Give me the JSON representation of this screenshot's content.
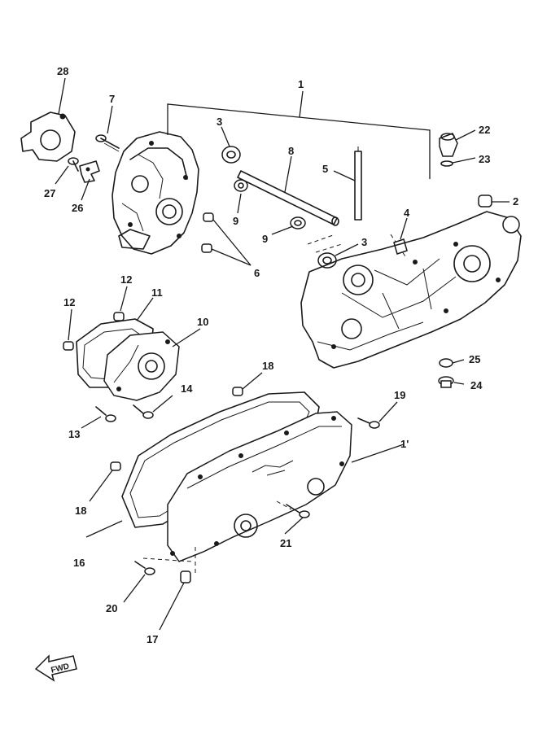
{
  "callouts": [
    {
      "id": "1",
      "text": "1"
    },
    {
      "id": "1p",
      "text": "1'"
    },
    {
      "id": "2",
      "text": "2"
    },
    {
      "id": "3a",
      "text": "3"
    },
    {
      "id": "3b",
      "text": "3"
    },
    {
      "id": "4",
      "text": "4"
    },
    {
      "id": "5",
      "text": "5"
    },
    {
      "id": "6",
      "text": "6"
    },
    {
      "id": "7",
      "text": "7"
    },
    {
      "id": "8",
      "text": "8"
    },
    {
      "id": "9a",
      "text": "9"
    },
    {
      "id": "9b",
      "text": "9"
    },
    {
      "id": "10",
      "text": "10"
    },
    {
      "id": "11",
      "text": "11"
    },
    {
      "id": "12a",
      "text": "12"
    },
    {
      "id": "12b",
      "text": "12"
    },
    {
      "id": "13",
      "text": "13"
    },
    {
      "id": "14",
      "text": "14"
    },
    {
      "id": "16",
      "text": "16"
    },
    {
      "id": "17",
      "text": "17"
    },
    {
      "id": "18a",
      "text": "18"
    },
    {
      "id": "18b",
      "text": "18"
    },
    {
      "id": "19",
      "text": "19"
    },
    {
      "id": "20",
      "text": "20"
    },
    {
      "id": "21",
      "text": "21"
    },
    {
      "id": "22",
      "text": "22"
    },
    {
      "id": "23",
      "text": "23"
    },
    {
      "id": "24",
      "text": "24"
    },
    {
      "id": "25",
      "text": "25"
    },
    {
      "id": "26",
      "text": "26"
    },
    {
      "id": "27",
      "text": "27"
    },
    {
      "id": "28",
      "text": "28"
    }
  ],
  "fwd_label": "FWD"
}
